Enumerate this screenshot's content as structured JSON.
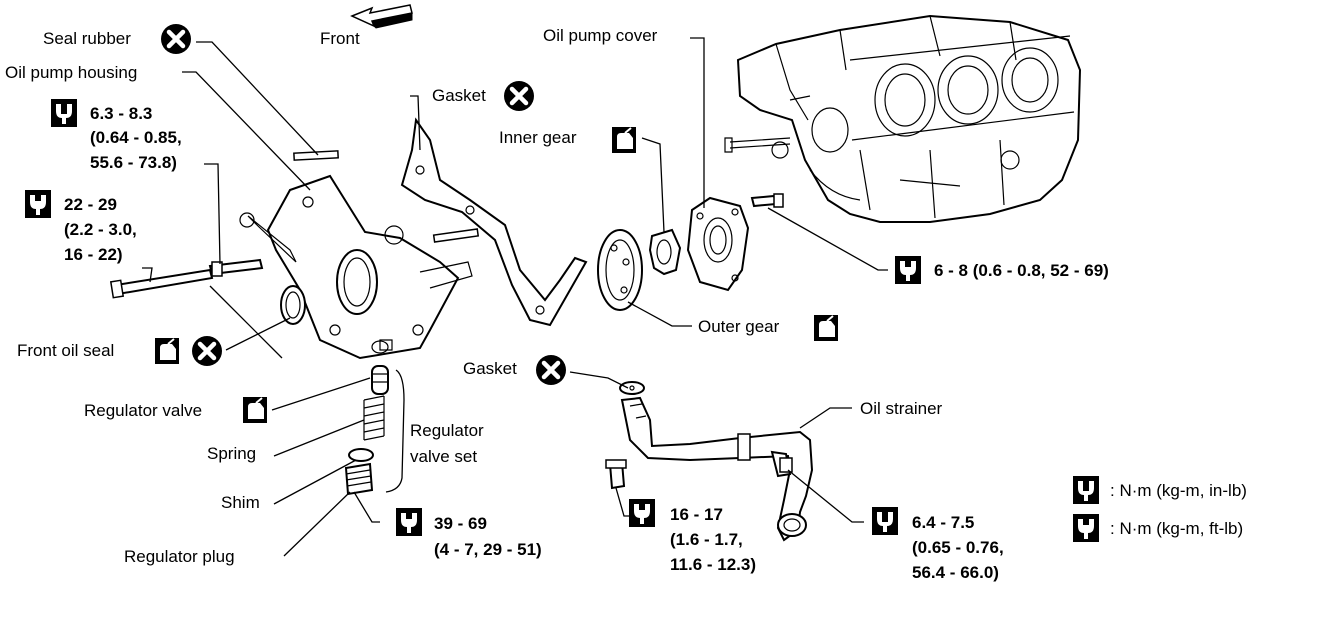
{
  "labels": {
    "front": "Front",
    "seal_rubber": "Seal rubber",
    "oil_pump_housing": "Oil pump housing",
    "gasket_top": "Gasket",
    "oil_pump_cover": "Oil pump cover",
    "inner_gear": "Inner gear",
    "outer_gear": "Outer gear",
    "front_oil_seal": "Front oil seal",
    "gasket_bottom": "Gasket",
    "oil_strainer": "Oil strainer",
    "regulator_valve": "Regulator valve",
    "spring": "Spring",
    "regulator_valve_set_1": "Regulator",
    "regulator_valve_set_2": "valve set",
    "shim": "Shim",
    "regulator_plug": "Regulator plug"
  },
  "torques": {
    "housing_bolt": [
      "6.3 - 8.3",
      "(0.64 - 0.85,",
      "55.6 - 73.8)"
    ],
    "long_bolt": [
      "22 - 29",
      "(2.2 - 3.0,",
      "16 - 22)"
    ],
    "cover_bolt": [
      "6 - 8 (0.6 - 0.8,  52 - 69)"
    ],
    "plug": [
      "39 - 69",
      "(4 - 7,  29 - 51)"
    ],
    "strainer_bolt_left": [
      "16 - 17",
      "(1.6 - 1.7,",
      "11.6 - 12.3)"
    ],
    "strainer_bolt_right": [
      "6.4 - 7.5",
      "(0.65 - 0.76,",
      "56.4 - 66.0)"
    ]
  },
  "legend": [
    {
      "icon": "torque-in-lb-icon",
      "text": ": N·m (kg-m, in-lb)"
    },
    {
      "icon": "torque-ft-lb-icon",
      "text": ": N·m (kg-m, ft-lb)"
    }
  ]
}
